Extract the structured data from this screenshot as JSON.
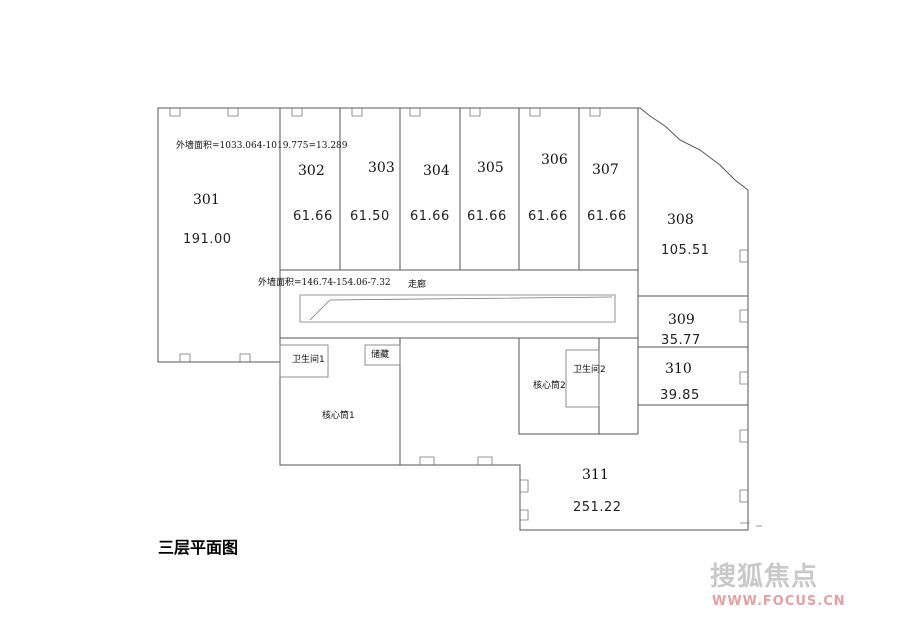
{
  "units": [
    {
      "id": "301",
      "area": "191.00"
    },
    {
      "id": "302",
      "area": "61.66"
    },
    {
      "id": "303",
      "area": "61.50"
    },
    {
      "id": "304",
      "area": "61.66"
    },
    {
      "id": "305",
      "area": "61.66"
    },
    {
      "id": "306",
      "area": "61.66"
    },
    {
      "id": "307",
      "area": "61.66"
    },
    {
      "id": "308",
      "area": "105.51"
    },
    {
      "id": "309",
      "area": "35.77"
    },
    {
      "id": "310",
      "area": "39.85"
    },
    {
      "id": "311",
      "area": "251.22"
    }
  ],
  "notes": {
    "outer_wall_1": "外墙面积=1033.064-1019.775=13.289",
    "outer_wall_2": "外墙面积=146.74-154.06-7.32"
  },
  "rooms": {
    "corridor": "走廊",
    "toilet_1": "卫生间1",
    "storage": "储藏",
    "core_1": "核心筒1",
    "core_2": "核心筒2",
    "toilet_2": "卫生间2"
  },
  "caption": "三层平面图",
  "watermark": {
    "brand": "搜狐焦点",
    "url": "WWW.FOCUS.CN"
  }
}
